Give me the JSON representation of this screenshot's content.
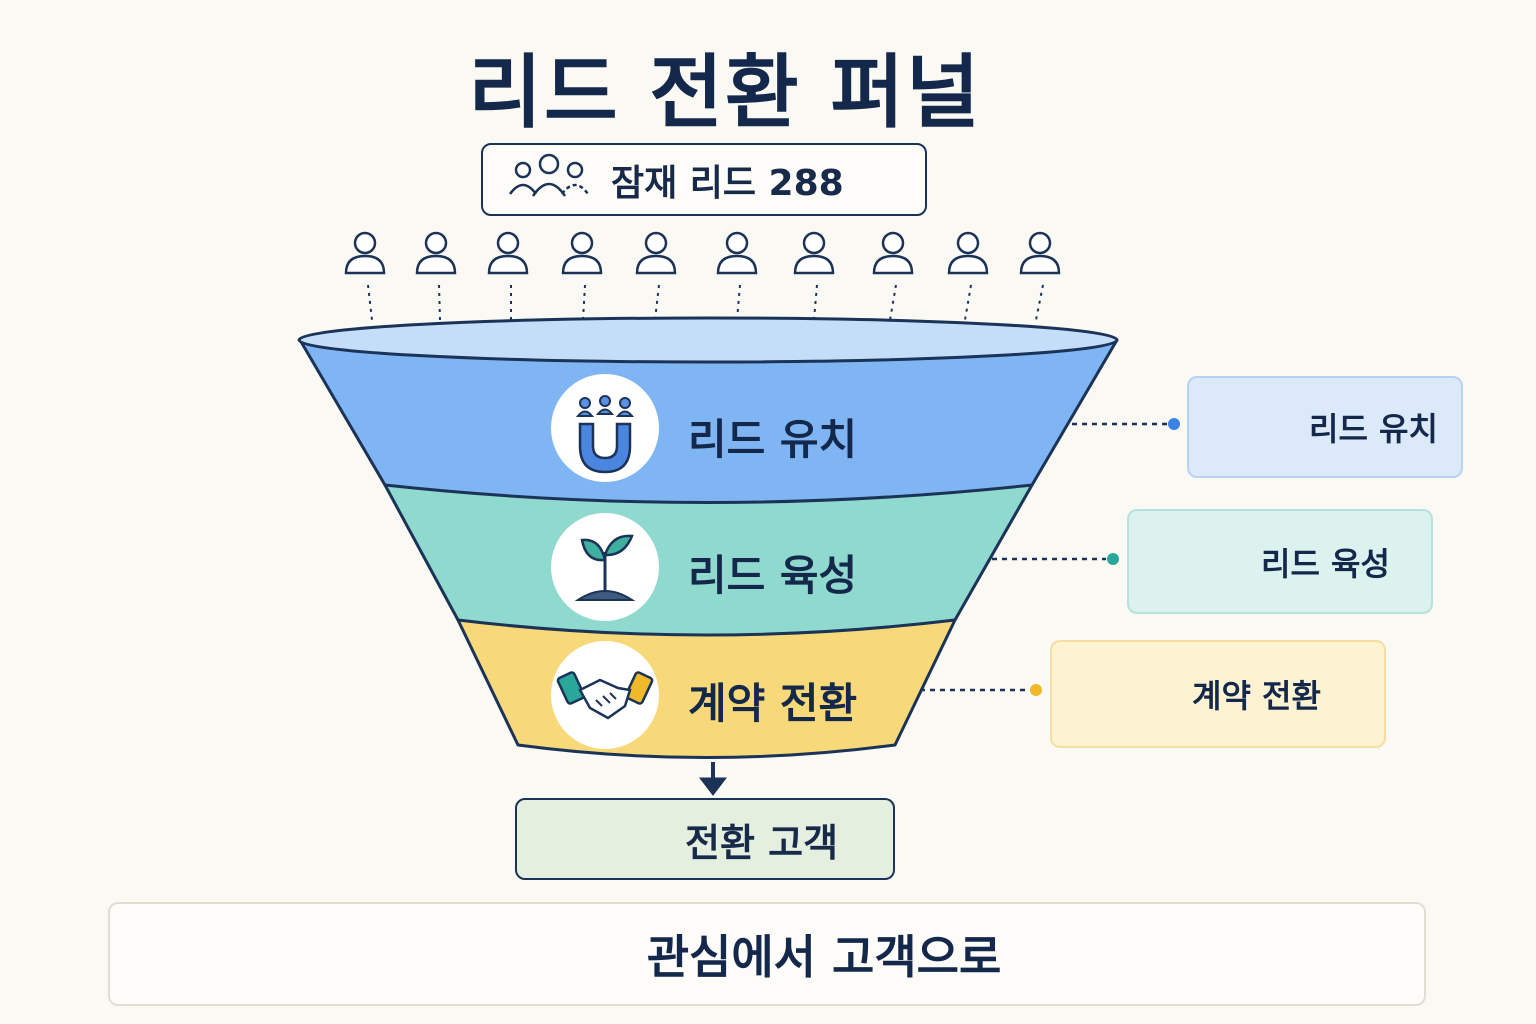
{
  "title": "리드 전환 퍼널",
  "pool": {
    "label": "잠재 리드 288",
    "icon": "people-group-icon"
  },
  "stages": [
    {
      "label": "리드 유치",
      "icon": "magnet-people-icon",
      "color": "#7fb5f3"
    },
    {
      "label": "리드 육성",
      "icon": "seedling-icon",
      "color": "#8fd9cf"
    },
    {
      "label": "계약 전환",
      "icon": "handshake-icon",
      "color": "#f8d97a"
    }
  ],
  "side_cards": [
    {
      "label": "리드 유치",
      "icon": "target-icon",
      "color": "#dbe9f8"
    },
    {
      "label": "리드 육성",
      "icon": "watering-can-icon",
      "color": "#dcf2ef"
    },
    {
      "label": "계약 전환",
      "icon": "contract-check-icon",
      "color": "#fdf2d2"
    }
  ],
  "result": {
    "label": "전환 고객",
    "icon": "customers-icon"
  },
  "footer": {
    "label": "관심에서 고객으로",
    "icon": "growth-chart-icon"
  },
  "colors": {
    "navy": "#14284b",
    "blue": "#3b82e6",
    "teal": "#2aa79a",
    "gold": "#f0b92a"
  }
}
